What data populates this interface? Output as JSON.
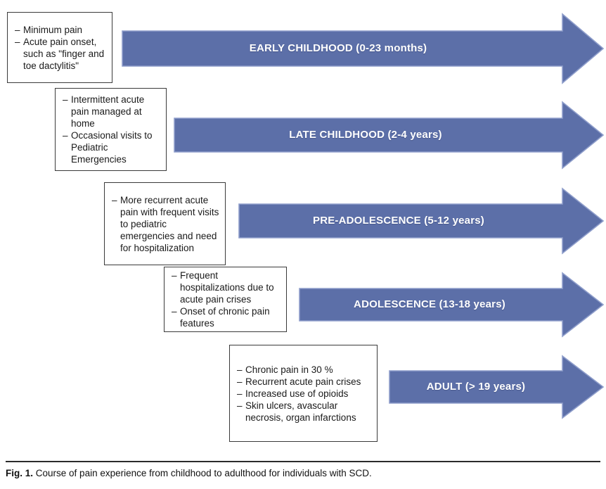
{
  "figure": {
    "caption_label": "Fig. 1.",
    "caption_text": "Course of pain experience from childhood to adulthood for individuals with SCD.",
    "accent_color": "#5c6fa8",
    "arrow_border_color": "#8f9ecb",
    "box_border_color": "#3a3a3a",
    "text_color": "#1a1a1a",
    "arrow_label_color": "#ffffff"
  },
  "stages": [
    {
      "id": "early-childhood",
      "arrow_label": "EARLY CHILDHOOD (0-23 months)",
      "bullets": [
        "Minimum pain",
        "Acute pain onset, such as \"finger and toe dactylitis\""
      ]
    },
    {
      "id": "late-childhood",
      "arrow_label": "LATE CHILDHOOD (2-4 years)",
      "bullets": [
        "Intermittent acute pain managed at home",
        "Occasional visits to Pediatric Emergencies"
      ]
    },
    {
      "id": "pre-adolescence",
      "arrow_label": "PRE-ADOLESCENCE (5-12 years)",
      "bullets": [
        "More recurrent acute pain with frequent visits to pediatric emergencies and need for hospitalization"
      ]
    },
    {
      "id": "adolescence",
      "arrow_label": "ADOLESCENCE (13-18 years)",
      "bullets": [
        "Frequent hospitalizations due to acute pain crises",
        "Onset of chronic pain features"
      ]
    },
    {
      "id": "adult",
      "arrow_label": "ADULT (> 19 years)",
      "bullets": [
        "Chronic pain in 30 %",
        "Recurrent acute pain crises",
        "Increased use of opioids",
        "Skin ulcers, avascular necrosis, organ infarctions"
      ]
    }
  ],
  "bullet_marker": "–"
}
